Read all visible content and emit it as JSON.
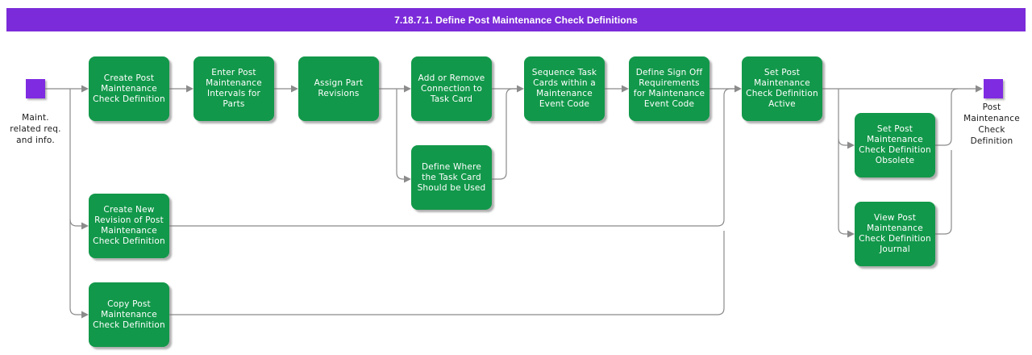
{
  "title_bar": {
    "title": "7.18.7.1. Define Post Maintenance Check Definitions"
  },
  "colors": {
    "title_bar_bg": "#7b2bd9",
    "terminal_purple": "#7f2be2",
    "node_green": "#12984a",
    "connector_gray": "#8b8b8b",
    "title_text": "#ffffff",
    "node_text": "#ffffff",
    "label_text": "#1a1a1a"
  },
  "start_node": {
    "label": "Maint.\nrelated req.\nand info."
  },
  "end_node": {
    "label": "Post\nMaintenance\nCheck\nDefinition"
  },
  "nodes": {
    "create_post": {
      "label": "Create Post\nMaintenance\nCheck Definition"
    },
    "enter_intervals": {
      "label": "Enter Post\nMaintenance\nIntervals for\nParts"
    },
    "assign_part_revisions": {
      "label": "Assign Part\nRevisions"
    },
    "add_remove_connection": {
      "label": "Add or Remove\nConnection to\nTask Card"
    },
    "sequence_task_cards": {
      "label": "Sequence Task\nCards within a\nMaintenance\nEvent Code"
    },
    "define_sign_off": {
      "label": "Define Sign Off\nRequirements\nfor Maintenance\nEvent Code"
    },
    "set_active": {
      "label": "Set Post\nMaintenance\nCheck Definition\nActive"
    },
    "define_where": {
      "label": "Define Where\nthe Task Card\nShould be Used"
    },
    "create_new_revision": {
      "label": "Create New\nRevision of Post\nMaintenance\nCheck Definition"
    },
    "copy_post": {
      "label": "Copy Post\nMaintenance\nCheck Definition"
    },
    "set_obsolete": {
      "label": "Set Post\nMaintenance\nCheck Definition\nObsolete"
    },
    "view_journal": {
      "label": "View Post\nMaintenance\nCheck Definition\nJournal"
    }
  }
}
